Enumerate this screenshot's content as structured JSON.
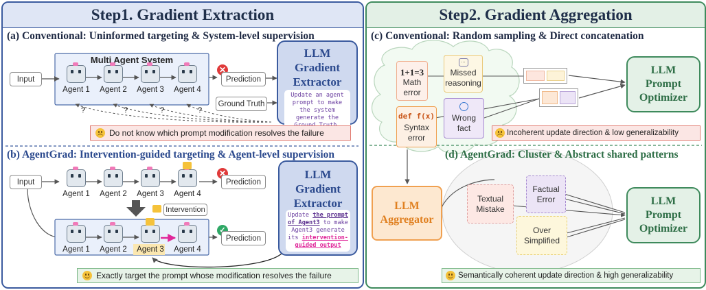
{
  "step1": {
    "title": "Step1. Gradient Extraction",
    "a_title": "(a) Conventional: Uninformed targeting & System-level supervision",
    "mas_title": "Multi Agent System",
    "input": "Input",
    "agents": [
      "Agent 1",
      "Agent 2",
      "Agent 3",
      "Agent 4"
    ],
    "prediction": "Prediction",
    "ground_truth": "Ground Truth",
    "question": "?",
    "llm_title_lines": [
      "LLM",
      "Gradient",
      "Extractor"
    ],
    "a_note": "Update an agent prompt to make the system generate the Ground Truth.",
    "a_banner": "Do not know which prompt modification resolves the failure",
    "b_title": "(b) AgentGrad: Intervention-guided targeting & Agent-level supervision",
    "intervention": "Intervention",
    "b_note": {
      "p1": "Update ",
      "p2": "the prompt of Agent3",
      "p3": " to make Agent3 generate its ",
      "p4": "intervention-guided output"
    },
    "b_banner": "Exactly target the prompt whose modification resolves the failure"
  },
  "step2": {
    "title": "Step2. Gradient Aggregation",
    "c_title": "(c) Conventional: Random sampling & Direct concatenation",
    "cards": {
      "math_top": "1+1=3",
      "math_label": "Math error",
      "missed_label": "Missed reasoning",
      "code_top": "def f(x)",
      "syntax_label": "Syntax error",
      "wrong_label": "Wrong fact"
    },
    "optimizer_lines": [
      "LLM",
      "Prompt",
      "Optimizer"
    ],
    "c_banner": "Incoherent update direction & low generalizability",
    "d_title": "(d) AgentGrad: Cluster & Abstract shared patterns",
    "aggregator_lines": [
      "LLM",
      "Aggregator"
    ],
    "clusters": {
      "textual": "Textual Mistake",
      "factual": "Factual Error",
      "over": "Over Simplified"
    },
    "d_banner": "Semantically coherent update direction & high generalizability"
  },
  "colors": {
    "step1_border": "#3a5a9e",
    "step1_title_bg": "#dfe6f5",
    "step2_border": "#3e8a5c",
    "step2_title_bg": "#e3f0e6",
    "purple": "#6b3fa0",
    "pink": "#e0289a",
    "red": "#e03a3a",
    "green": "#2fa866",
    "orange": "#f0a050"
  }
}
